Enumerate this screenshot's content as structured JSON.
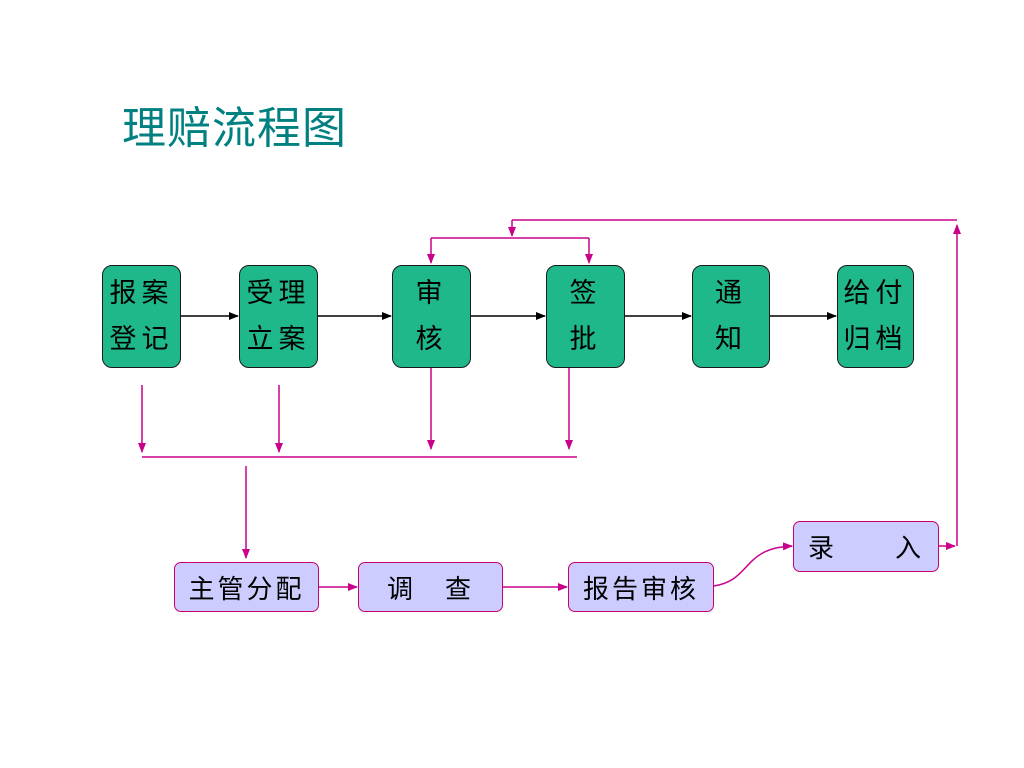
{
  "title": "理赔流程图",
  "main_flow": [
    {
      "line1": "报案",
      "line2": "登记"
    },
    {
      "line1": "受理",
      "line2": "立案"
    },
    {
      "line1": "审",
      "line2": "核"
    },
    {
      "line1": "签",
      "line2": "批"
    },
    {
      "line1": "通",
      "line2": "知"
    },
    {
      "line1": "给付",
      "line2": "归档"
    }
  ],
  "sub_flow": {
    "assign": "主管分配",
    "investigate": "调　查",
    "report_review": "报告审核",
    "enter": "录　　入"
  },
  "colors": {
    "title": "#008080",
    "main_box_fill": "#1fb88a",
    "sub_box_fill": "#ccccff",
    "sub_box_border": "#c8006e",
    "main_arrow": "#000000",
    "feedback_arrow": "#c8008a"
  }
}
